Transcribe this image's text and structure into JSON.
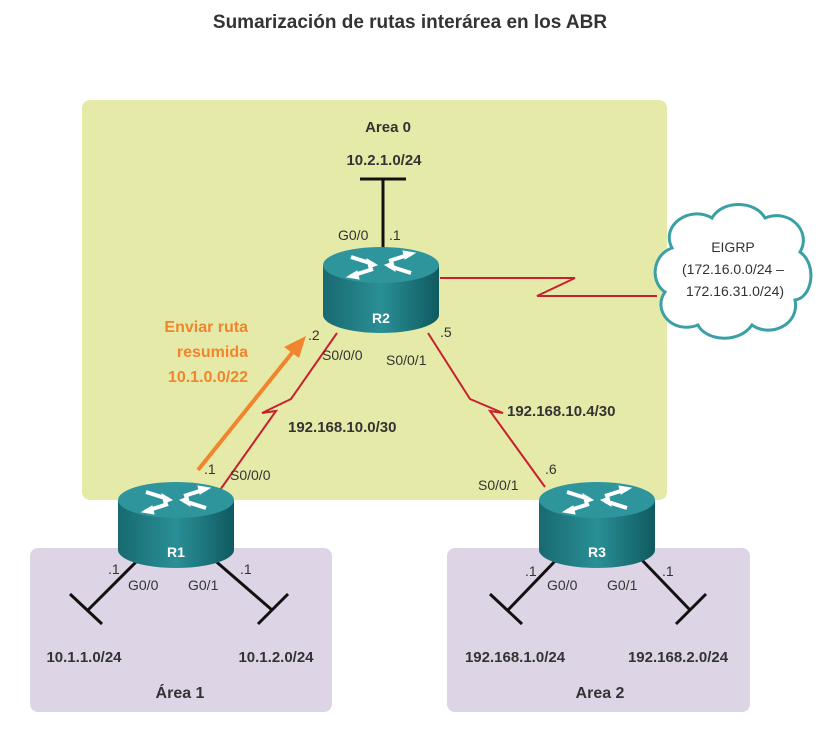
{
  "title": "Sumarización de rutas interárea en los ABR",
  "areas": {
    "area0": "Area 0",
    "area1": "Área 1",
    "area2": "Area 2"
  },
  "routers": {
    "r1": "R1",
    "r2": "R2",
    "r3": "R3"
  },
  "networks": {
    "r2_lan": "10.2.1.0/24",
    "r1_lan1": "10.1.1.0/24",
    "r1_lan2": "10.1.2.0/24",
    "r3_lan1": "192.168.1.0/24",
    "r3_lan2": "192.168.2.0/24",
    "link_r1_r2": "192.168.10.0/30",
    "link_r2_r3": "192.168.10.4/30"
  },
  "interfaces": {
    "r2_g00": "G0/0",
    "r2_g00_ip": ".1",
    "r2_s000": "S0/0/0",
    "r2_s000_ip": ".2",
    "r2_s001": "S0/0/1",
    "r2_s001_ip": ".5",
    "r1_s000": "S0/0/0",
    "r1_s000_ip": ".1",
    "r1_g00": "G0/0",
    "r1_g00_ip": ".1",
    "r1_g01": "G0/1",
    "r1_g01_ip": ".1",
    "r3_s001": "S0/0/1",
    "r3_s001_ip": ".6",
    "r3_g00": "G0/0",
    "r3_g00_ip": ".1",
    "r3_g01": "G0/1",
    "r3_g01_ip": ".1"
  },
  "cloud": {
    "line1": "EIGRP",
    "line2": "(172.16.0.0/24 –",
    "line3": "172.16.31.0/24)"
  },
  "annotation": {
    "line1": "Enviar ruta",
    "line2": "resumida",
    "line3": "10.1.0.0/22"
  },
  "colors": {
    "area0": "#e6eaa8",
    "area_other": "#ddd5e6",
    "serial": "#c8202f",
    "arrow": "#f0852d",
    "router": "#1f7f86"
  }
}
